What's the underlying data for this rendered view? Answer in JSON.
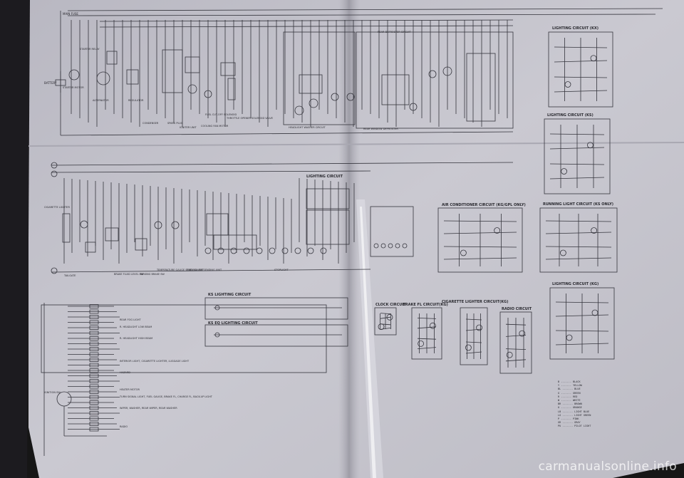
{
  "colors": {
    "paper": "#c9c8d0",
    "paper_right": "#cfced6",
    "ink": "#2e2e36",
    "fold_shadow": "#9d9ca6",
    "background": "#151515"
  },
  "labels": {
    "main_fuse": "MAIN FUSE",
    "battery": "BATTERY",
    "starter_relay": "STARTER RELAY",
    "starter_motor": "STARTER MOTOR",
    "alternator": "ALTERNATOR",
    "regulator": "REGULATOR",
    "condenser": "CONDENSER",
    "spark_plug": "SPARK PLUG",
    "igniter_unit": "IGNITER UNIT",
    "cooling_fan_motor": "COOLING FAN MOTOR",
    "fuel_cutoff": "FUEL CUT-OFF SOLENOID",
    "throttle_opener": "THROTTLE OPENER SOLENOID VALVE",
    "headlight_washer": "HEADLIGHT WASHER CIRCUIT",
    "rear_defroster": "REAR DEFROSTER CIRCUIT",
    "rear_window_defroster": "REAR WINDOW DEFROSTER",
    "tailgate": "TAILGATE",
    "brake_fluid": "BRAKE FLUID LEVEL SW",
    "parking_brake": "PARKING BRAKE SW",
    "temperature_gauge": "TEMPERATURE GAUGE SENDING UNIT",
    "fuel_gauge": "FUEL GAUGE SENDING UNIT",
    "cigarette_lighter": "CIGARETTE LIGHTER",
    "stoplight": "STOPLIGHT",
    "lighting_circuit_kx": "LIGHTING CIRCUIT (KX)",
    "lighting_circuit_ks": "LIGHTING CIRCUIT (KS)",
    "lighting_circuit_kg": "LIGHTING CIRCUIT (KG)",
    "lighting_circuit": "LIGHTING CIRCUIT",
    "running_light_circuit": "RUNNING LIGHT CIRCUIT (KS ONLY)",
    "air_conditioner_circuit": "AIR CONDITIONER CIRCUIT (KG/GPL ONLY)",
    "clock_circuit": "CLOCK CIRCUIT",
    "brake_fl_circuit": "BRAKE FL CIRCUIT(KG)",
    "cigarette_lighter_circuit": "CIGARETTE LIGHTER CIRCUIT(KG)",
    "radio_circuit": "RADIO CIRCUIT",
    "ks_lighting_circuit": "KS LIGHTING CIRCUIT",
    "ks_eq_lighting_circuit": "KS EQ LIGHTING CIRCUIT",
    "ignition_switch": "IGNITION SW",
    "heater_motor": "HEATER MOTOR",
    "rear_fog_light": "REAR FOG LIGHT",
    "hazard": "HAZARD",
    "radio": "RADIO",
    "wiper_washer": "WIPER, WASHER, REAR WIPER, REAR WASHER",
    "turn_signal": "TURN SIGNAL LIGHT, FUEL GAUGE, BRAKE FL, CHARGE FL, BACK-UP LIGHT",
    "interior_light": "INTERIOR LIGHT, CIGARETTE LIGHTER, LUGGAGE LIGHT",
    "headlight_lo": "R. HEADLIGHT LOW BEAM",
    "headlight_hi": "R. HEADLIGHT HIGH BEAM"
  },
  "wire_color_legend": [
    {
      "code": "B",
      "name": "BLACK"
    },
    {
      "code": "Y",
      "name": "YELLOW"
    },
    {
      "code": "BL",
      "name": "BLUE"
    },
    {
      "code": "G",
      "name": "GREEN"
    },
    {
      "code": "R",
      "name": "RED"
    },
    {
      "code": "W",
      "name": "WHITE"
    },
    {
      "code": "BR",
      "name": "BROWN"
    },
    {
      "code": "O",
      "name": "ORANGE"
    },
    {
      "code": "LB",
      "name": "LIGHT BLUE"
    },
    {
      "code": "LG",
      "name": "LIGHT GREEN"
    },
    {
      "code": "P",
      "name": "PINK"
    },
    {
      "code": "GR",
      "name": "GRAY"
    },
    {
      "code": "PU",
      "name": "PILOT LIGHT"
    }
  ],
  "watermark": "carmanualsonline.info"
}
